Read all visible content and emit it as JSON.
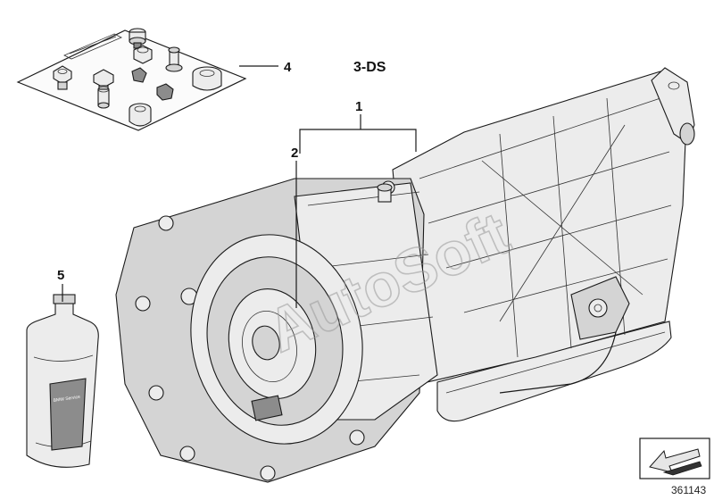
{
  "callouts": {
    "c1": "1",
    "c2": "2",
    "c4": "4",
    "c5": "5"
  },
  "variant_label": "3-DS",
  "diagram_number": "361143",
  "watermark": "AutoSoft",
  "bottle_label": "BMW Service",
  "colors": {
    "line": "#1a1a1a",
    "shade": "#d4d4d4",
    "watermark": "#9a9a9a",
    "background": "#ffffff"
  },
  "icons": {
    "nav_arrow": "arrow-down-left-icon"
  }
}
